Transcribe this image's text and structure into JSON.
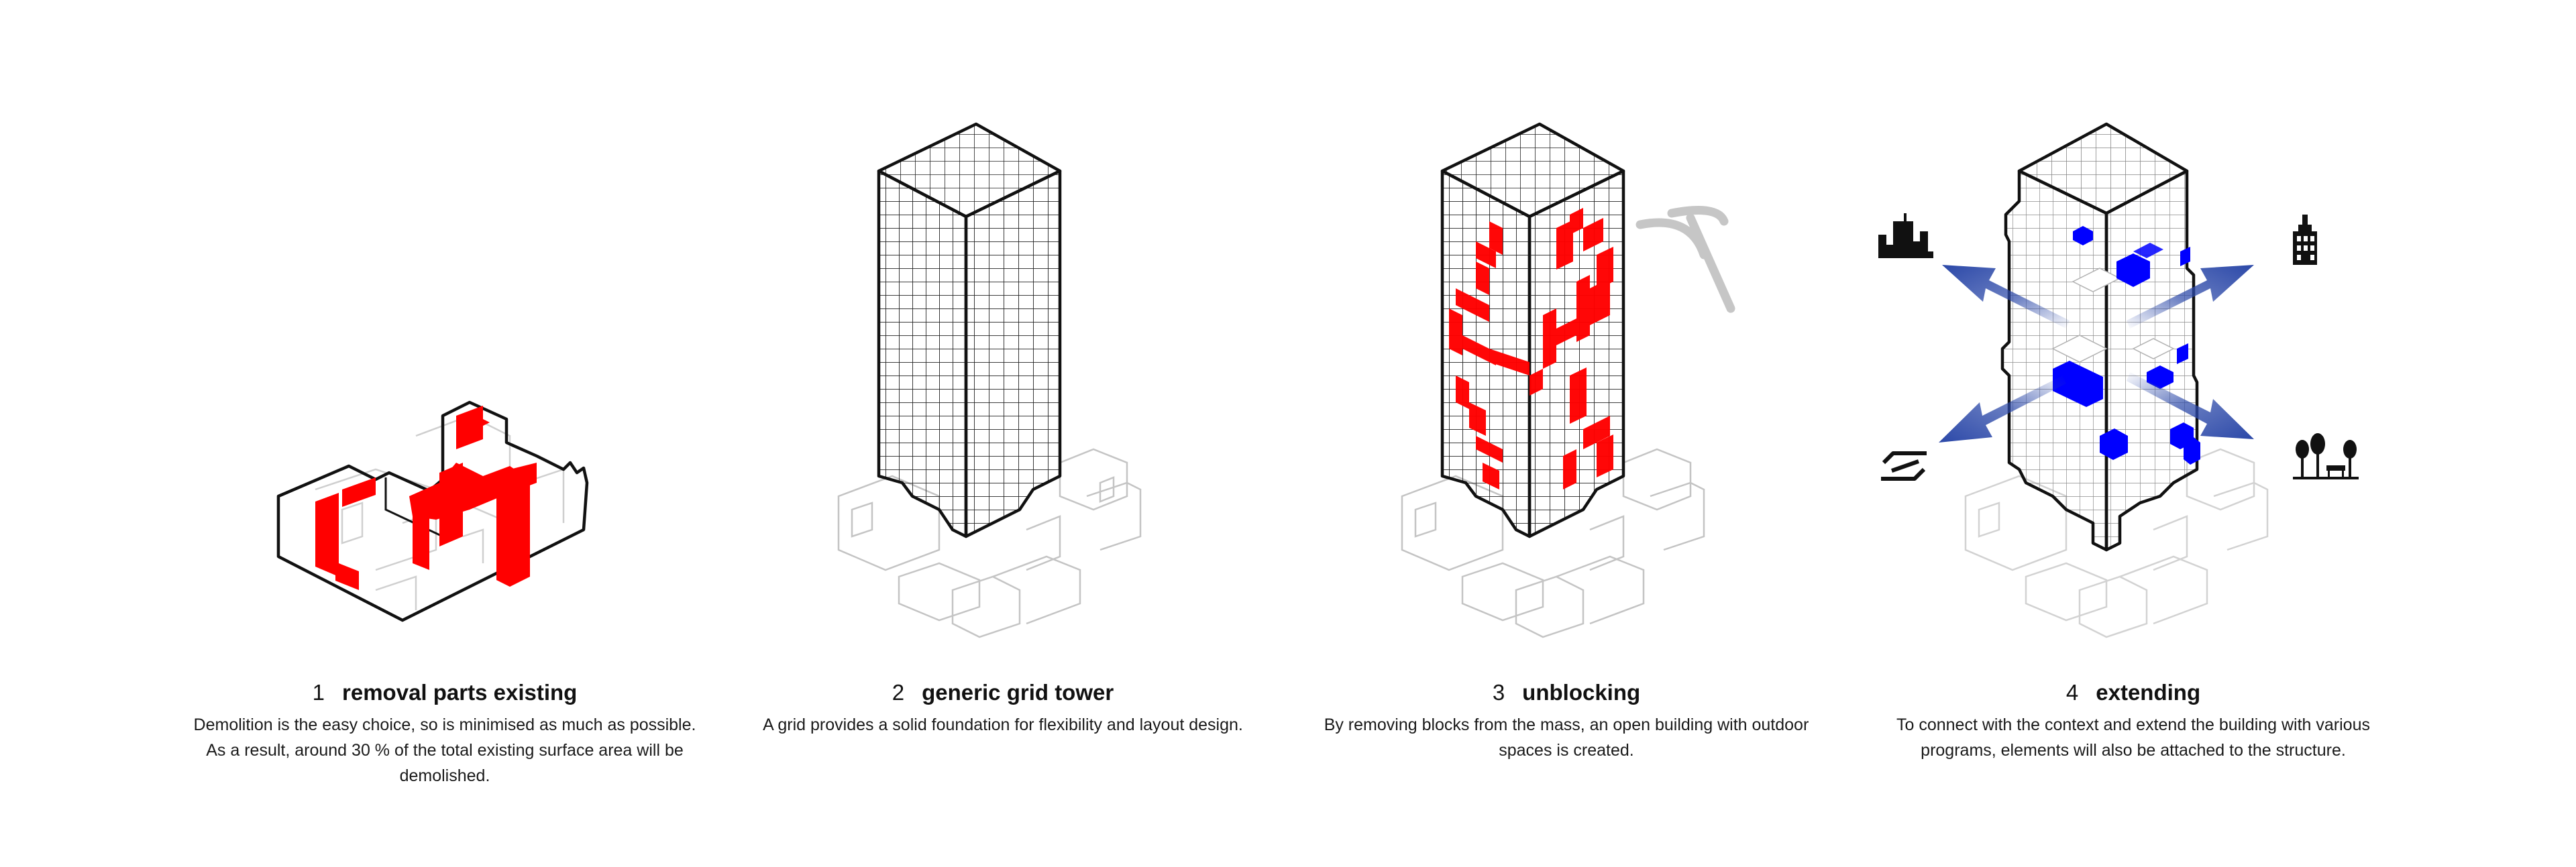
{
  "steps": [
    {
      "number": "1",
      "title": "removal parts existing",
      "description": "Demolition is the easy choice, so is minimised as much as possible. As a result, around 30 % of the total existing surface area will be demolished."
    },
    {
      "number": "2",
      "title": "generic grid tower",
      "description": "A grid provides a solid foundation for flexibility and layout design."
    },
    {
      "number": "3",
      "title": "unblocking",
      "description": "By removing blocks from the mass, an open building with outdoor spaces is created."
    },
    {
      "number": "4",
      "title": "extending",
      "description": "To connect with the context and extend the building with various programs, elements will also be attached to the structure."
    }
  ],
  "colors": {
    "removal": "#ff0000",
    "extension": "#0000ff",
    "arrow": "#2b48a8",
    "line": "#111111",
    "context": "#c8c8c8",
    "pickaxe": "#c6c6c6"
  },
  "icons": [
    "city-skyline-icon",
    "canal-house-icon",
    "train-logo-icon",
    "park-trees-icon",
    "pickaxe-icon"
  ]
}
